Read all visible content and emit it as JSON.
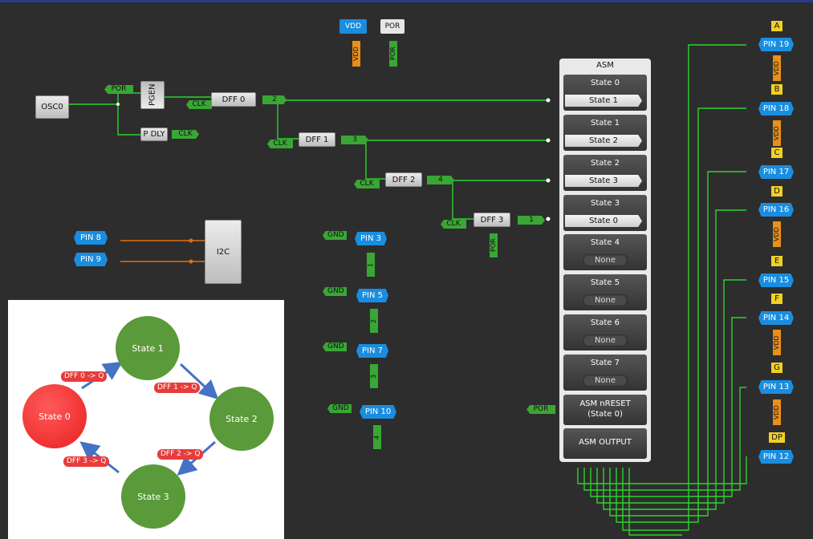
{
  "top_buttons": {
    "vdd": "VDD",
    "por": "POR"
  },
  "tags": {
    "vdd": "VDD",
    "por": "POR",
    "clk": "CLK",
    "gnd": "GND"
  },
  "blocks": {
    "osc": "OSC0",
    "pgen": "PGEN",
    "pdly": "P DLY",
    "dff0": "DFF 0",
    "dff1": "DFF 1",
    "dff2": "DFF 2",
    "dff3": "DFF 3",
    "i2c": "I2C"
  },
  "dff_outputs": [
    "2",
    "3",
    "4",
    "1"
  ],
  "left_pins": [
    "PIN 8",
    "PIN 9"
  ],
  "mid_pins": [
    {
      "label": "PIN 3",
      "num": "1"
    },
    {
      "label": "PIN 5",
      "num": "2"
    },
    {
      "label": "PIN 7",
      "num": "3"
    },
    {
      "label": "PIN 10",
      "num": "4"
    }
  ],
  "asm": {
    "title": "ASM",
    "states": [
      {
        "name": "State 0",
        "target": "State 1"
      },
      {
        "name": "State 1",
        "target": "State 2"
      },
      {
        "name": "State 2",
        "target": "State 3"
      },
      {
        "name": "State 3",
        "target": "State 0"
      },
      {
        "name": "State 4",
        "target": "None"
      },
      {
        "name": "State 5",
        "target": "None"
      },
      {
        "name": "State 6",
        "target": "None"
      },
      {
        "name": "State 7",
        "target": "None"
      }
    ],
    "nreset_line1": "ASM nRESET",
    "nreset_line2": "(State 0)",
    "output": "ASM OUTPUT"
  },
  "right_pins": [
    {
      "letter": "A",
      "label": "PIN 19"
    },
    {
      "letter": "B",
      "label": "PIN 18"
    },
    {
      "letter": "C",
      "label": "PIN 17"
    },
    {
      "letter": "D",
      "label": "PIN 16"
    },
    {
      "letter": "E",
      "label": "PIN 15"
    },
    {
      "letter": "F",
      "label": "PIN 14"
    },
    {
      "letter": "G",
      "label": "PIN 13"
    },
    {
      "letter": "DP",
      "label": "PIN 12"
    }
  ],
  "fsm": {
    "states": [
      "State 0",
      "State 1",
      "State 2",
      "State 3"
    ],
    "transitions": [
      "DFF 0 -> Q",
      "DFF 1 -> Q",
      "DFF 2 -> Q",
      "DFF 3 -> Q"
    ],
    "colors": {
      "initial": "#e8201e",
      "normal": "#5a9a3a",
      "arrow": "#4472c4",
      "label": "#e83c3c"
    }
  },
  "colors": {
    "background": "#2d2d2d",
    "wire": "#2bd42b",
    "wire_orange": "#e07010",
    "pin": "#1a8de0",
    "tag": "#3aa635"
  }
}
